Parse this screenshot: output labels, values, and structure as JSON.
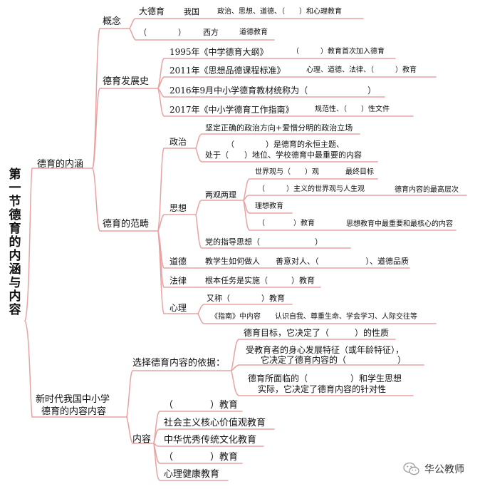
{
  "title": "第一节德育的内涵与内容",
  "n1": {
    "label": "德育的内涵",
    "concept": {
      "label": "概念",
      "l1": "大德育",
      "l1a": "我国",
      "l1b": "政治、思想、道德、（　　）和心理教育",
      "l2": "（　　　　）",
      "l2a": "西方",
      "l2b": "道德教育"
    },
    "history": {
      "label": "德育发展史",
      "r1a": "1995年《中学德育大纲》",
      "r1b": "（　　　）教育首次加入德育",
      "r2a": "2011年《思想品德课程标准》",
      "r2b": "心理、道德、法律、（　　　）教育",
      "r3": "2016年9月中小学德育教材统称为（　　　　　　　）",
      "r4a": "2017年《中小学德育工作指南》",
      "r4b": "规范性、（　　）性文件"
    },
    "scope": {
      "label": "德育的范畴",
      "politics": {
        "label": "政治",
        "a": "坚定正确的政治方向+爱憎分明的政治立场",
        "b": "（　　　　）是德育的永恒主题、",
        "c": "处于（　　）地位、学校德育中最重要的内容"
      },
      "thought": {
        "label": "思想",
        "two_views": "两观两理",
        "v1a": "世界观与（　　）观",
        "v1b": "最终目标",
        "v2a": "（　　　）主义的世界观与人生观",
        "v2b": "德育内容的最高层次",
        "v3": "理想教育",
        "v4a": "（　　　　）教育",
        "v4b": "思想教育中最重要和最核心的内容",
        "guide": "党的指导思想（　　　　　　　）"
      },
      "moral": {
        "label": "道德",
        "text": "教学生如何做人　　善意对人、（　　　　　　）、道德品质"
      },
      "law": {
        "label": "法律",
        "text": "根本任务是实施（　　　）教育"
      },
      "psych": {
        "label": "心理",
        "a": "又称（　　　　）教育",
        "b": "《指南》中内容　　认识自我、尊重生命、学会学习、人际交往等"
      }
    }
  },
  "n2": {
    "label1": "新时代我国中小学",
    "label2": "德育的内容内容",
    "basis": {
      "label": "选择德育内容的依据：",
      "b1": "德育目标，它决定了（　　　）的性质",
      "b2a": "受教育者的身心发展特征（或年龄特征），",
      "b2b": "它决定了德育内容的（　　　　　　）",
      "b3a": "德育所面临的（　　　　　）和学生思想",
      "b3b": "实际，它决定了德育内容的针对性"
    },
    "content": {
      "label": "内容",
      "i1": "（　　　　）教育",
      "i2": "社会主义核心价值观教育",
      "i3": "中华优秀传统文化教育",
      "i4": "（　　　　）教育",
      "i5": "心理健康教育"
    }
  },
  "watermark": "华公教师",
  "colors": {
    "line": "#e8a2a2",
    "text": "#111111"
  }
}
